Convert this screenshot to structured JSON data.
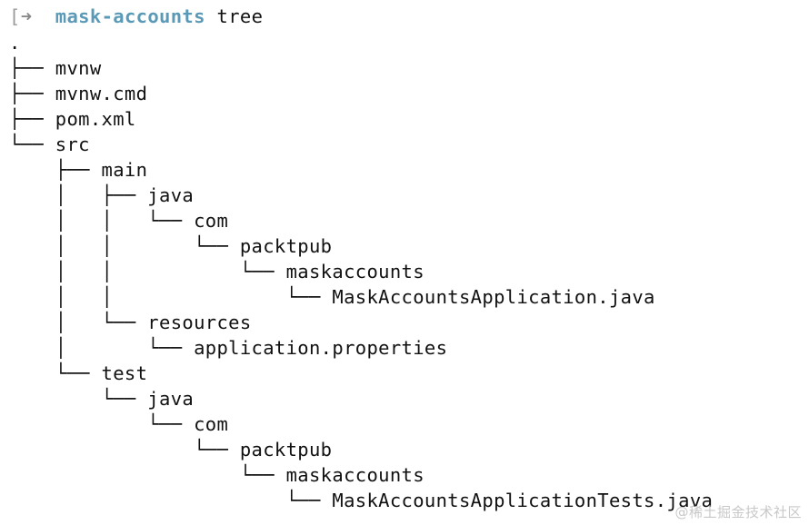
{
  "prompt": {
    "bracket": "[",
    "arrow": "➜",
    "directory": "mask-accounts",
    "command": "tree"
  },
  "tree_lines": [
    ".",
    "├── mvnw",
    "├── mvnw.cmd",
    "├── pom.xml",
    "└── src",
    "    ├── main",
    "    │   ├── java",
    "    │   │   └── com",
    "    │   │       └── packtpub",
    "    │   │           └── maskaccounts",
    "    │   │               └── MaskAccountsApplication.java",
    "    │   └── resources",
    "    │       └── application.properties",
    "    └── test",
    "        └── java",
    "            └── com",
    "                └── packtpub",
    "                    └── maskaccounts",
    "                        └── MaskAccountsApplicationTests.java"
  ],
  "watermark": "@稀土掘金技术社区"
}
